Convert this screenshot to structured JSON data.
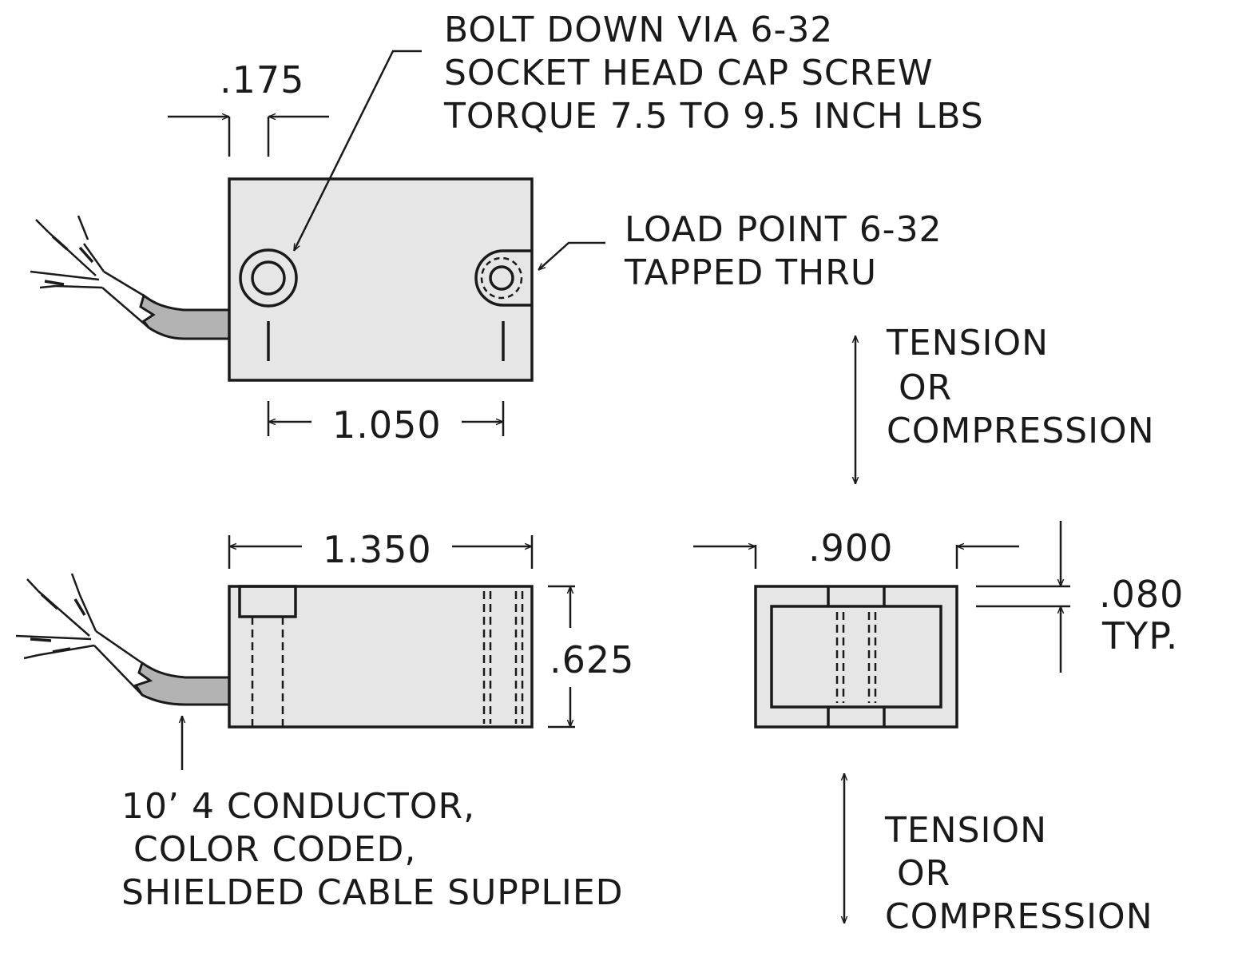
{
  "callouts": {
    "bolt_down": [
      "BOLT DOWN VIA 6-32",
      "SOCKET HEAD CAP SCREW",
      "TORQUE 7.5 TO 9.5 INCH LBS"
    ],
    "load_point": [
      "LOAD POINT 6-32",
      "TAPPED THRU"
    ],
    "cable": [
      "10’ 4 CONDUCTOR,",
      " COLOR CODED,",
      "SHIELDED CABLE SUPPLIED"
    ],
    "force_top": [
      "TENSION",
      " OR",
      "COMPRESSION"
    ],
    "force_bottom": [
      "TENSION",
      " OR",
      "COMPRESSION"
    ]
  },
  "dimensions": {
    "hole_offset": ".175",
    "hole_spacing": "1.050",
    "length": "1.350",
    "height": ".625",
    "width": ".900",
    "wall": ".080",
    "wall_note": "TYP."
  },
  "colors": {
    "line": "#1a1a1a",
    "body": "#e6e6e6",
    "cable": "#b3b3b3"
  }
}
